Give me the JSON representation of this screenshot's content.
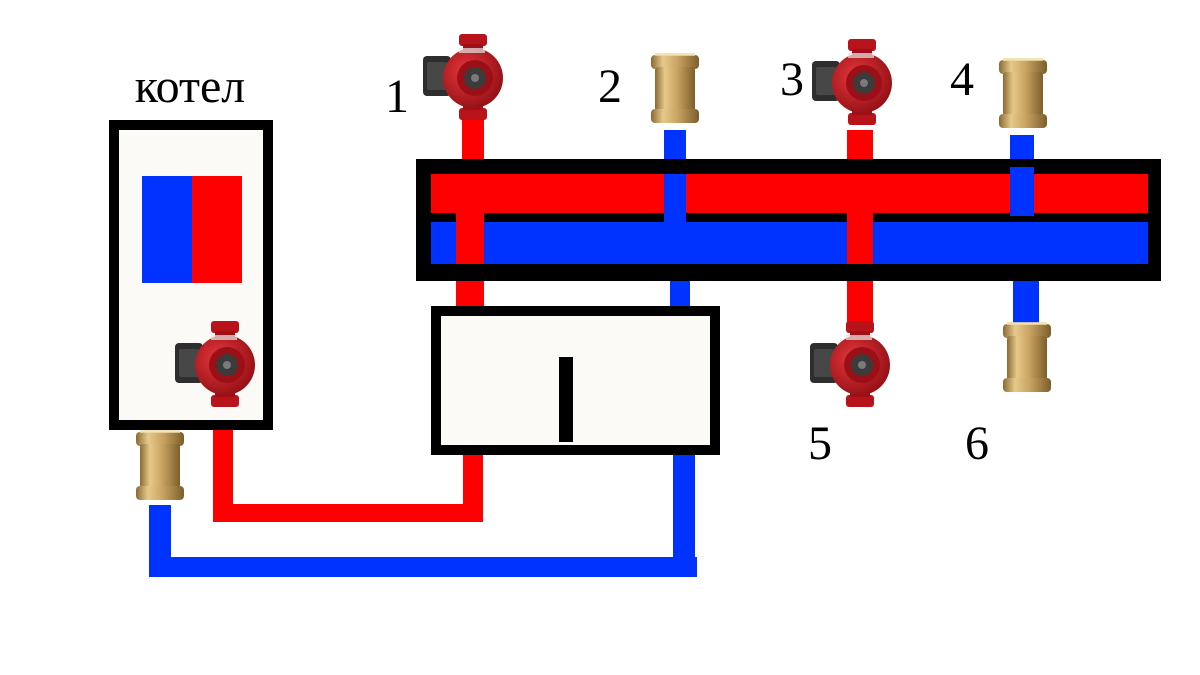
{
  "boiler": {
    "label": "котел"
  },
  "numbers": {
    "n1": "1",
    "n2": "2",
    "n3": "3",
    "n4": "4",
    "n5": "5",
    "n6": "6"
  },
  "icons": {
    "pump": "circulation-pump-icon",
    "valve": "check-valve-icon"
  },
  "colors": {
    "hot": "#ff0000",
    "cold": "#0033ff",
    "frame": "#000000",
    "box_fill": "#fbfaf6",
    "pump_body": "#c8141c",
    "pump_motor": "#3a3a3a",
    "valve_brass": "#c9a463"
  }
}
